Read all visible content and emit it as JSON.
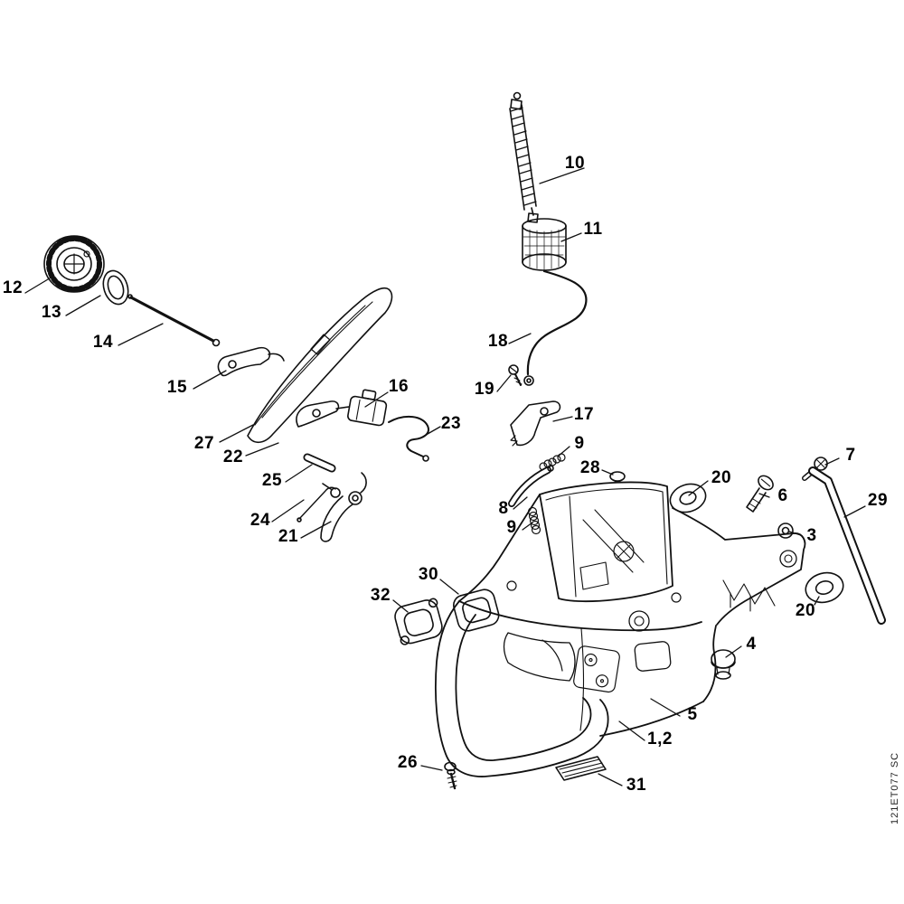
{
  "meta": {
    "watermark": "121ET077 SC"
  },
  "labels": [
    {
      "text": "10"
    },
    {
      "text": "11"
    },
    {
      "text": "12"
    },
    {
      "text": "13"
    },
    {
      "text": "14"
    },
    {
      "text": "15"
    },
    {
      "text": "16"
    },
    {
      "text": "23"
    },
    {
      "text": "27"
    },
    {
      "text": "22"
    },
    {
      "text": "25"
    },
    {
      "text": "24"
    },
    {
      "text": "21"
    },
    {
      "text": "18"
    },
    {
      "text": "19"
    },
    {
      "text": "17"
    },
    {
      "text": "9"
    },
    {
      "text": "28"
    },
    {
      "text": "8"
    },
    {
      "text": "9"
    },
    {
      "text": "20"
    },
    {
      "text": "6"
    },
    {
      "text": "7"
    },
    {
      "text": "29"
    },
    {
      "text": "3"
    },
    {
      "text": "20"
    },
    {
      "text": "4"
    },
    {
      "text": "30"
    },
    {
      "text": "32"
    },
    {
      "text": "5"
    },
    {
      "text": "1,2"
    },
    {
      "text": "26"
    },
    {
      "text": "31"
    }
  ]
}
